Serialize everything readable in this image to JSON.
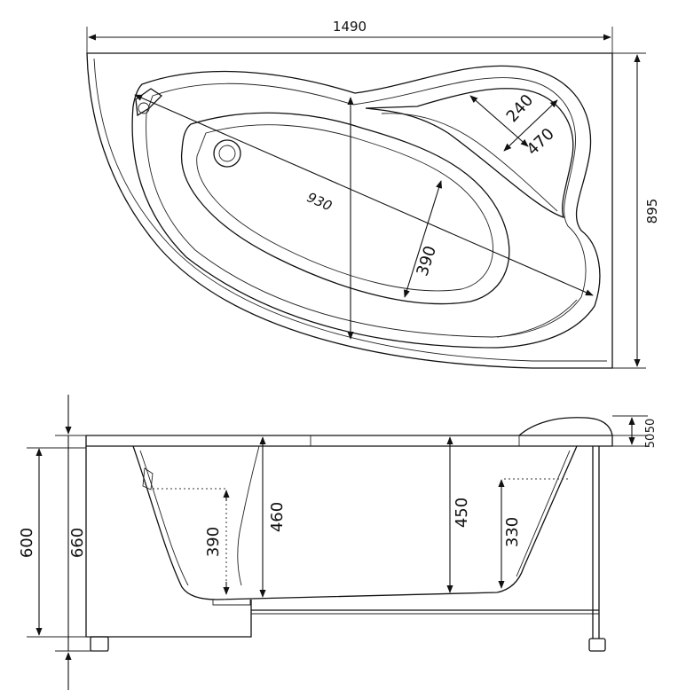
{
  "top_view": {
    "width": "1490",
    "depth": "895",
    "diagonal": "930",
    "basin_width": "390",
    "headrest_small": "240",
    "headrest_large": "470"
  },
  "side_view": {
    "depth_outer": "600",
    "height_total": "660",
    "rim_1": "50",
    "rim_2": "50",
    "depth_left": "390",
    "depth_center": "460",
    "depth_main": "450",
    "depth_right": "330"
  }
}
